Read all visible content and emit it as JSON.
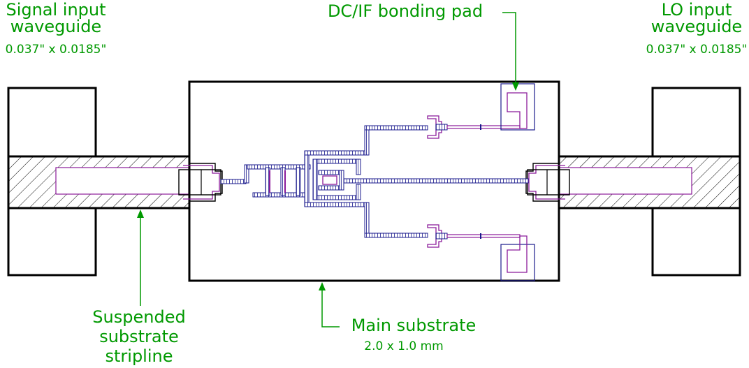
{
  "labels": {
    "signal_input_line1": "Signal input",
    "signal_input_line2": "waveguide",
    "signal_input_dims": "0.037\" x 0.0185\"",
    "lo_input_line1": "LO input",
    "lo_input_line2": "waveguide",
    "lo_input_dims": "0.037\" x 0.0185\"",
    "bonding_pad": "DC/IF bonding pad",
    "suspended_line1": "Suspended",
    "suspended_line2": "substrate",
    "suspended_line3": "stripline",
    "main_substrate": "Main substrate",
    "main_substrate_dims": "2.0 x 1.0 mm"
  },
  "colors": {
    "outline": "#000000",
    "annotation": "#009900",
    "circuit": "#1a1a8c",
    "pad_outline": "#8b1a9a"
  }
}
